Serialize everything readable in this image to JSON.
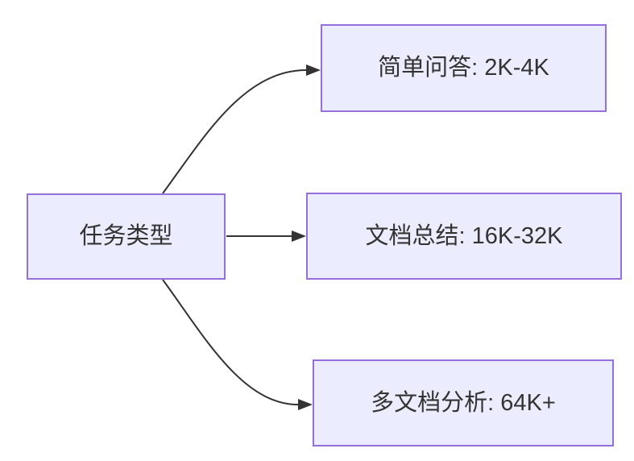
{
  "diagram": {
    "type": "flowchart",
    "direction": "left-to-right",
    "nodes": {
      "task_type": {
        "label": "任务类型"
      },
      "simple_qa": {
        "label": "简单问答: 2K-4K"
      },
      "doc_summary": {
        "label": "文档总结: 16K-32K"
      },
      "multi_doc": {
        "label": "多文档分析: 64K+"
      }
    },
    "edges": [
      {
        "from": "task_type",
        "to": "simple_qa",
        "style": "curved-arrow"
      },
      {
        "from": "task_type",
        "to": "doc_summary",
        "style": "straight-arrow"
      },
      {
        "from": "task_type",
        "to": "multi_doc",
        "style": "curved-arrow"
      }
    ],
    "colors": {
      "node_fill": "#ECECFF",
      "node_border": "#9370DB",
      "edge_line": "#333333",
      "arrowhead": "#333333",
      "text": "#333333",
      "background": "#FFFFFF"
    }
  }
}
